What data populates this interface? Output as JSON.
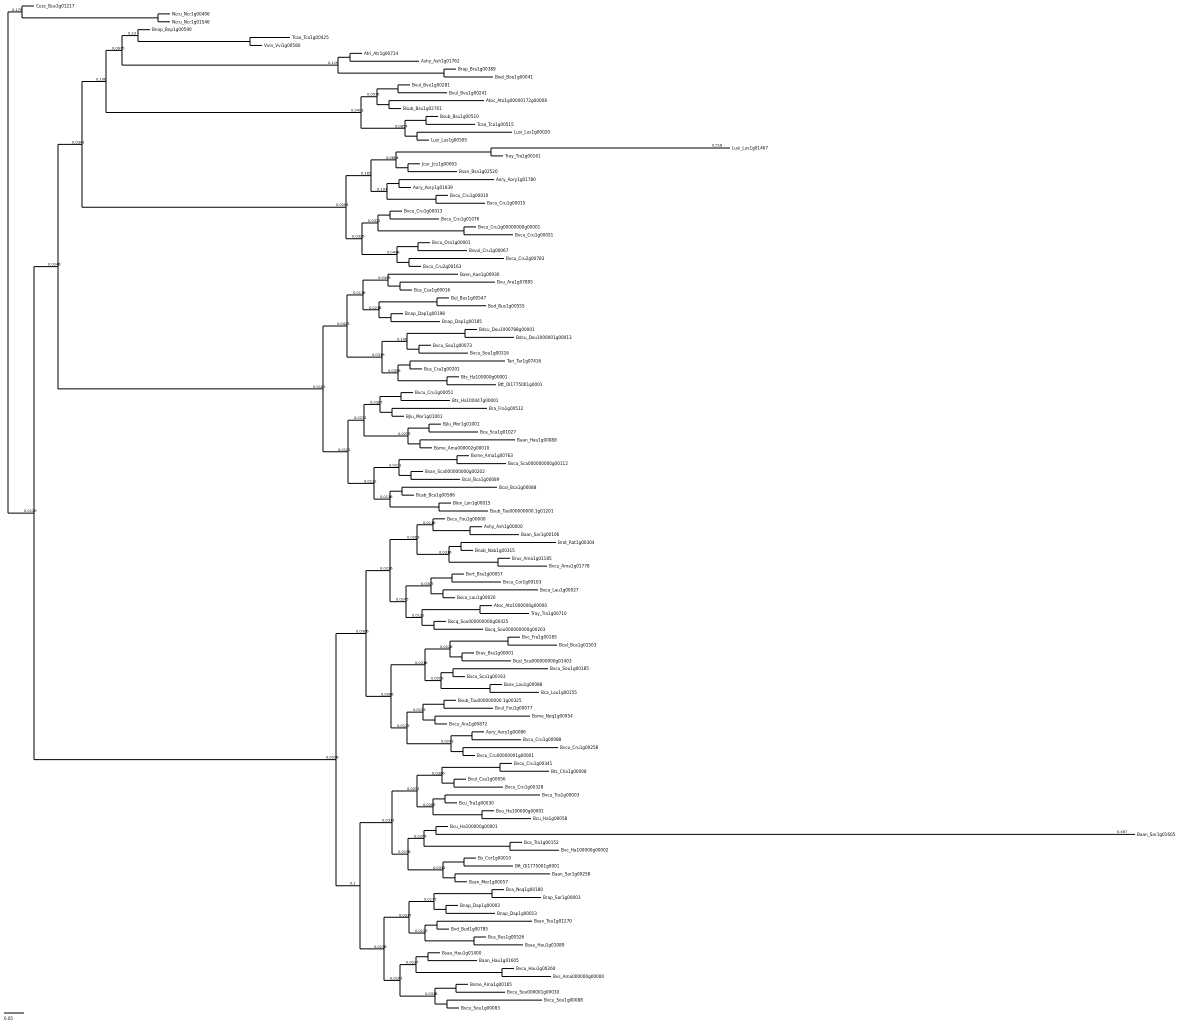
{
  "tree": {
    "leaves": [
      "Cusc_Bus1g01217",
      "Ncru_Ncr1g00406",
      "Ncru_Ncr1g01546",
      "Bnap_Bnp1g00590",
      "Tcao_Tca1g00425",
      "Vvin_Vvi1g00580",
      "Atri_Atr1g00714",
      "Ashy_Ash1g01762",
      "Brap_Bra1g00389",
      "Boel_Boe1g00041",
      "Bvul_Bvu1g00281",
      "Bvul_Bvu1g00241",
      "Atoc_Ato1g00000172g00008",
      "Bsub_Bsu1g02761",
      "Bsub_Bsu1g00510",
      "Tcao_Tca1g00515",
      "Lusi_Lus1g00020",
      "Lusi_Lus1g00505",
      "Lusi_Lus1g01467",
      "Tray_Tra1g00161",
      "Jcur_Jcu1g00003",
      "Bsan_Bsa1g02520",
      "Aory_Aory1g01780",
      "Aory_Aory1g01839",
      "Bvcu_Cru1g00010",
      "Bvcu_Cru1g00015",
      "Bvcu_Cru1g00013",
      "Bvcu_Cru1g01076",
      "Bvcu_Cru1g00000000g00001",
      "Bvcu_Cru1g00051",
      "Bvcu_Ora1g00001",
      "Bsvul_Cru1g00067",
      "Bvcu_Cru2g00783",
      "Bvcu_Cru2g00163",
      "Baen_Aae1g00930",
      "Bvu_Ara1g07895",
      "Bca_Csa1g00016",
      "Bul_Bus1g00547",
      "Bud_Bus1g00555",
      "Bnap_Dap1g00198",
      "Bnap_Dap1g00185",
      "Bdcu_Dou1000788g00001",
      "Bdcu_Dou1000001g00013",
      "Bvcu_Sou1g00073",
      "Bvcu_Sou1g00316",
      "Tari_Tar1g07416",
      "Bca_Cra1g00201",
      "Bts_Ha100000g00001",
      "Bft_Ol1775001g0001",
      "Bvcu_Cru1g00051",
      "Bts_Ha100447g00001",
      "Bra_Fra1g00512",
      "Bjlu_Mor1g01001",
      "Bjlu_Mor1g01001",
      "Bca_Sca1g01027",
      "Baan_Hau1g00088",
      "Bsme_Ama000002g00010",
      "Bsme_Ama1g00763",
      "Boca_Sca000000000g00112",
      "Bsan_Sca000000000g00202",
      "Bcal_Bca1g00089",
      "Bcal_Bca1g00088",
      "Bcab_Bca1g00586",
      "Blon_Lon1g00015",
      "Bsub_Tau000000000.1g01201",
      "Bvcu_Fou1g00000",
      "Ashy_Ash1g00000",
      "Baan_Sar1g00106",
      "Brat_Rat1g00304",
      "Bnab_Nab1g00315",
      "Brus_Ama1g01185",
      "Bvcu_Ama1g01778",
      "Bvrt_Bra1g00057",
      "Bvcu_Cor1g00103",
      "Boca_Lau1g00027",
      "Boca_Lau1g00020",
      "Atoc_Ato1000000g00000",
      "Tray_Tra1g00710",
      "Bocq_Sou000000000g00425",
      "Bocq_Sou000000000g00203",
      "Bvc_Fra1g00185",
      "Bcal_Bca1g01503",
      "Brav_Bra1g00001",
      "Bcal_Sca000000000g01403",
      "Bvcu_Sou1g00185",
      "Bvcu_Sca1g00163",
      "Bsav_Lou1g00088",
      "Bca_Lou1g00155",
      "Bsub_Tau000000000.1g00325",
      "Bvul_Fou1g00077",
      "Bsme_Noq1g00954",
      "Bvcu_Ara1g00872",
      "Aory_Aory1g00086",
      "Bvcu_Cru1g00088",
      "Bvcu_Cru1g00258",
      "Bvcu_Cru00000001g00001",
      "Bvcu_Cru1g00341",
      "Bts_Cha1g00008",
      "Bvul_Csa1g00056",
      "Bvcu_Cru1g00328",
      "Bvcu_Tra1g00003",
      "Bcu_Tra1g00030",
      "Bvu_Ha100000g00001",
      "Bcu_Ha1g00058",
      "Bcu_Ha100000g00001",
      "Baan_Sar1g01605",
      "Bca_Tra1g00152",
      "Bvc_Ha100000g00002",
      "Bs_Cor1g00010",
      "Bft_Ol1775001g0001",
      "Baan_Sar1g00258",
      "Bsan_Mor1g00057",
      "Bva_Noq1g00180",
      "Brap_Sar1g00003",
      "Bnap_Dap1g00003",
      "Bnap_Dap1g00013",
      "Bsav_Tou1g01270",
      "Bvd_Bud1g00785",
      "Bca_Bus1g00526",
      "Bsau_Hau1g01089",
      "Bsau_Hau1g01400",
      "Baan_Hau1g01605",
      "Bvcu_Hau1g00260",
      "Bvs_Ama000000g00000",
      "Bsme_Ama1g00165",
      "Bvcu_Sou000001g00030",
      "Bvcu_Sou1g00088",
      "Bvcu_Sou1g00083"
    ],
    "long_branch_leaves": [
      "Lusi_Lus1g01467",
      "Baan_Sar1g01605"
    ],
    "support_values": [
      "0.176",
      "0.23",
      "0.116",
      "0.0975",
      "0.0975",
      "0.0854",
      "0.0493",
      "0.106",
      "0.0864",
      "0.191",
      "0.165",
      "0.0321",
      "0.0448",
      "0.0325",
      "0.0264",
      "0.0341",
      "0.0449",
      "0.0218",
      "0.0176",
      "0.106",
      "0.0398",
      "0.0319",
      "0.0423",
      "0.0387",
      "0.0295",
      "0.0231",
      "0.0231",
      "0.0116",
      "0.0132",
      "0.0101",
      "0.0181",
      "0.0246",
      "0.0116",
      "0.0316",
      "0.0283",
      "0.0305",
      "0.0122",
      "0.0245",
      "0.0236",
      "0.0228",
      "0.0209",
      "0.0316",
      "0.0153",
      "0.0243",
      "0.0125",
      "0.0286",
      "0.0306",
      "0.0306",
      "0.0265",
      "0.0291",
      "0.0209",
      "0.0312",
      "0.0198",
      "0.0311",
      "0.0177",
      "0.0152",
      "0.0317",
      "0.0227",
      "0.0318",
      "0.0161",
      "0.0138",
      "0.1",
      "0.0296",
      "0.0129",
      "0.0253"
    ],
    "long_branch_values": [
      "0.518",
      "0.467"
    ],
    "scale_label": "0.05"
  }
}
